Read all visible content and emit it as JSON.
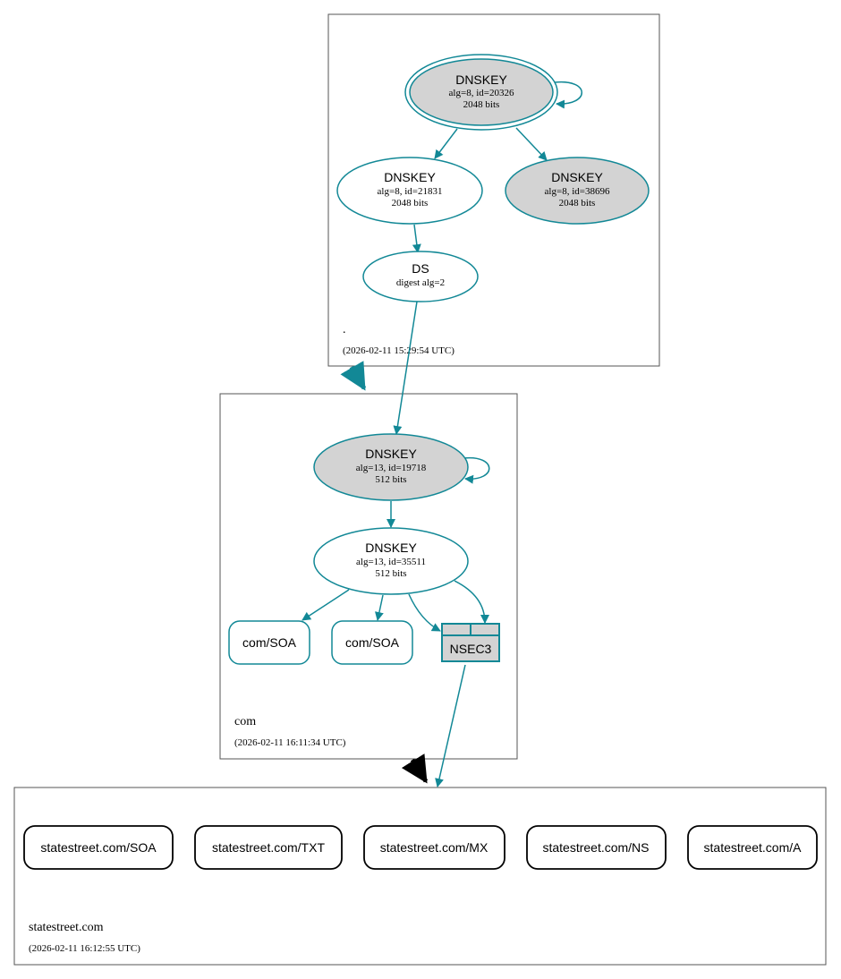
{
  "colors": {
    "edge": "#128896",
    "node_fill_grey": "#d3d3d3",
    "black": "#000000",
    "zone_border": "#555555"
  },
  "zones": {
    "root": {
      "name": ".",
      "timestamp": "(2026-02-11 15:29:54 UTC)"
    },
    "com": {
      "name": "com",
      "timestamp": "(2026-02-11 16:11:34 UTC)"
    },
    "statestreet": {
      "name": "statestreet.com",
      "timestamp": "(2026-02-11 16:12:55 UTC)"
    }
  },
  "nodes": {
    "root_ksk": {
      "title": "DNSKEY",
      "line1": "alg=8, id=20326",
      "line2": "2048 bits"
    },
    "root_zsk_21831": {
      "title": "DNSKEY",
      "line1": "alg=8, id=21831",
      "line2": "2048 bits"
    },
    "root_zsk_38696": {
      "title": "DNSKEY",
      "line1": "alg=8, id=38696",
      "line2": "2048 bits"
    },
    "root_ds": {
      "title": "DS",
      "line1": "digest alg=2"
    },
    "com_ksk": {
      "title": "DNSKEY",
      "line1": "alg=13, id=19718",
      "line2": "512 bits"
    },
    "com_zsk": {
      "title": "DNSKEY",
      "line1": "alg=13, id=35511",
      "line2": "512 bits"
    },
    "com_soa_1": {
      "label": "com/SOA"
    },
    "com_soa_2": {
      "label": "com/SOA"
    },
    "com_nsec3": {
      "label": "NSEC3"
    },
    "ss_soa": {
      "label": "statestreet.com/SOA"
    },
    "ss_txt": {
      "label": "statestreet.com/TXT"
    },
    "ss_mx": {
      "label": "statestreet.com/MX"
    },
    "ss_ns": {
      "label": "statestreet.com/NS"
    },
    "ss_a": {
      "label": "statestreet.com/A"
    }
  }
}
